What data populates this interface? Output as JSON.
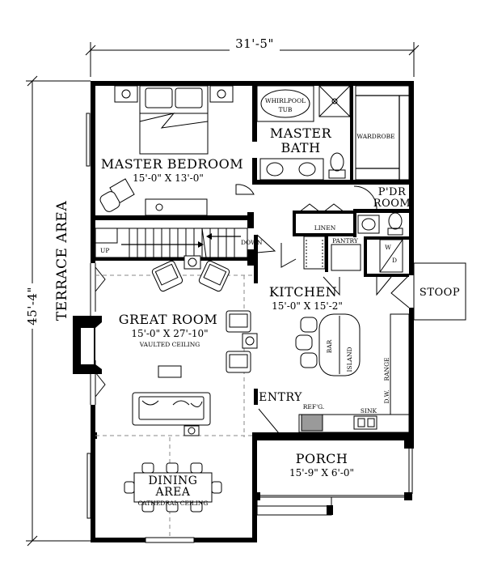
{
  "dimensions": {
    "overall_width": "31'-5\"",
    "overall_depth": "45'-4\""
  },
  "outdoor": {
    "terrace": "TERRACE AREA",
    "stoop": "STOOP"
  },
  "rooms": {
    "master_bedroom": {
      "name": "MASTER BEDROOM",
      "size": "15'-0\" X 13'-0\""
    },
    "master_bath": {
      "name_line1": "MASTER",
      "name_line2": "BATH"
    },
    "whirlpool": {
      "line1": "WHIRLPOOL",
      "line2": "TUB"
    },
    "wardrobe": "WARDROBE",
    "powder_room": {
      "line1": "P'DR",
      "line2": "ROOM"
    },
    "linen": "LINEN",
    "pantry": "PANTRY",
    "washer_dryer": {
      "line1": "W",
      "line2": "D"
    },
    "kitchen": {
      "name": "KITCHEN",
      "size": "15'-0\" X 15'-2\""
    },
    "great_room": {
      "name": "GREAT ROOM",
      "size": "15'-0\" X 27'-10\"",
      "note": "VAULTED CEILING"
    },
    "dining": {
      "name_line1": "DINING",
      "name_line2": "AREA",
      "note": "CATHEDRAL CEILING"
    },
    "entry": "ENTRY",
    "porch": {
      "name": "PORCH",
      "size": "15'-9\" X 6'-0\""
    }
  },
  "stairs": {
    "up": "UP",
    "down": "DOWN"
  },
  "fixtures": {
    "bar": "BAR",
    "island": "ISLAND",
    "refrigerator": "REF'G.",
    "sink": "SINK",
    "dishwasher": "D.W.",
    "range": "RANGE"
  }
}
